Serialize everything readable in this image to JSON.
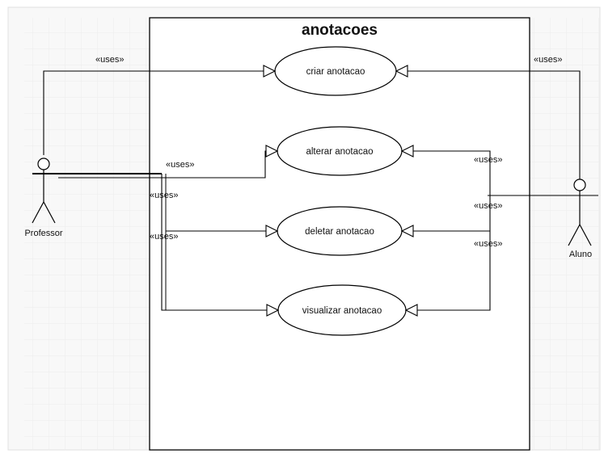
{
  "diagram": {
    "system_title": "anotacoes",
    "use_cases": {
      "criar": "criar anotacao",
      "alterar": "alterar anotacao",
      "deletar": "deletar anotacao",
      "visualizar": "visualizar anotacao"
    },
    "actors": {
      "professor": "Professor",
      "aluno": "Aluno"
    },
    "relation_label": "«uses»",
    "colors": {
      "canvas": "#ffffff",
      "background_panel": "#f7f7f7",
      "grid": "#e9e9e9",
      "line": "#000000"
    }
  }
}
